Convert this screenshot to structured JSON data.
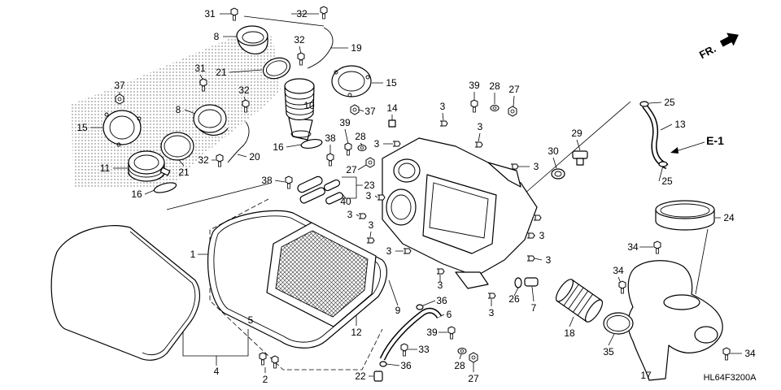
{
  "diagram": {
    "direction_label": "FR.",
    "reference_label": "E-1",
    "figure_code": "HL64F3200A",
    "callouts": [
      "31",
      "32",
      "8",
      "32",
      "19",
      "21",
      "31",
      "15",
      "37",
      "32",
      "39",
      "28",
      "27",
      "25",
      "10",
      "8",
      "37",
      "14",
      "3",
      "13",
      "15",
      "39",
      "3",
      "16",
      "38",
      "28",
      "3",
      "29",
      "20",
      "32",
      "30",
      "11",
      "21",
      "27",
      "3",
      "25",
      "38",
      "23",
      "16",
      "40",
      "3",
      "3",
      "24",
      "3",
      "3",
      "1",
      "3",
      "34",
      "3",
      "34",
      "3",
      "26",
      "7",
      "36",
      "9",
      "5",
      "6",
      "3",
      "39",
      "18",
      "12",
      "33",
      "35",
      "34",
      "4",
      "2",
      "36",
      "28",
      "22",
      "27",
      "17"
    ]
  },
  "icons": {
    "direction": "front-direction-arrow-icon",
    "reference": "reference-arrow-icon"
  }
}
